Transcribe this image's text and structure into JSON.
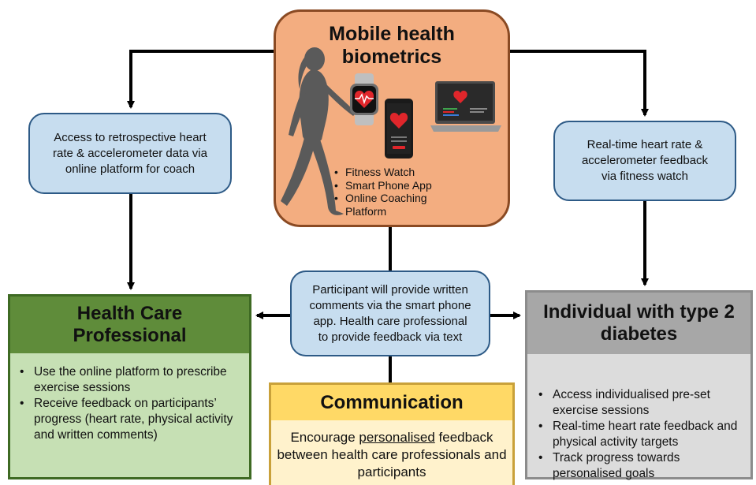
{
  "mobile_health": {
    "title_line1": "Mobile health",
    "title_line2": "biometrics",
    "devices": [
      "Fitness Watch",
      "Smart Phone App",
      "Online Coaching Platform"
    ]
  },
  "retrospective_bubble": {
    "lines": [
      "Access to retrospective heart",
      "rate & accelerometer data via",
      "online platform for coach"
    ]
  },
  "realtime_bubble": {
    "lines": [
      "Real-time heart rate &",
      "accelerometer feedback",
      "via fitness watch"
    ]
  },
  "comments_bubble": {
    "lines": [
      "Participant will provide written",
      "comments via the smart phone",
      "app. Health care professional",
      "to provide feedback via text"
    ]
  },
  "health_care_professional": {
    "title_line1": "Health Care",
    "title_line2": "Professional",
    "items": [
      "Use the online platform to prescribe exercise sessions",
      "Receive feedback on participants’ progress (heart rate, physical activity and written comments)"
    ]
  },
  "individual": {
    "title_line1": "Individual with type 2",
    "title_line2": "diabetes",
    "items": [
      "Access individualised pre-set exercise sessions",
      "Real-time heart rate feedback and physical activity targets",
      "Track progress towards personalised goals"
    ]
  },
  "communication": {
    "title": "Communication",
    "body_prefix": "Encourage ",
    "body_emphasis": "personalised",
    "body_suffix": " feedback between health care professionals and participants"
  },
  "colors": {
    "mobile_fill": "#f3ad80",
    "bubble_fill": "#c7ddef",
    "hcp_header": "#5f8c3a",
    "hcp_body": "#c6e0b4",
    "individual_header": "#a7a7a7",
    "individual_body": "#dcdcdc",
    "communication_header": "#ffd966",
    "communication_body": "#fff2cc",
    "heart": "#e0262b"
  }
}
